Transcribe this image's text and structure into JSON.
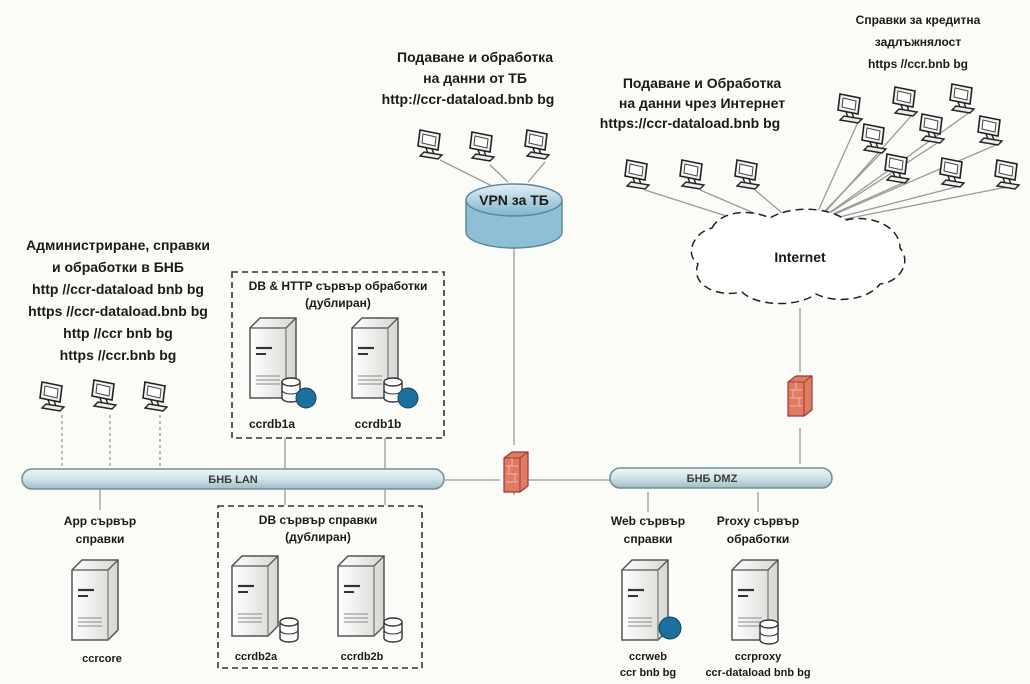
{
  "groups": {
    "tb_data": {
      "line1": "Подаване и обработка",
      "line2": "на данни от ТБ",
      "url": "http://ccr-dataload.bnb bg"
    },
    "internet_data": {
      "line1": "Подаване и Обработка",
      "line2": "на данни чрез Интернет",
      "url": "https://ccr-dataload.bnb bg"
    },
    "credit": {
      "line1": "Справки за кредитна",
      "line2": "задлъжнялост",
      "url": "https //ccr.bnb bg"
    },
    "admin": {
      "line1": "Администриране, справки",
      "line2": "и обработки в БНБ",
      "url1": "http //ccr-dataload bnb bg",
      "url2": "https //ccr-dataload.bnb bg",
      "url3": "http //ccr bnb bg",
      "url4": "https //ccr.bnb bg"
    }
  },
  "vpn": {
    "label": "VPN за ТБ"
  },
  "internet": {
    "label": "Internet"
  },
  "db_http_cluster": {
    "title1": "DB & HTTP сървър обработки",
    "title2": "(дублиран)",
    "server_a": "ccrdb1a",
    "server_b": "ccrdb1b"
  },
  "db_query_cluster": {
    "title1": "DB сървър справки",
    "title2": "(дублиран)",
    "server_a": "ccrdb2a",
    "server_b": "ccrdb2b"
  },
  "app_server": {
    "title1": "App сървър",
    "title2": "справки",
    "name": "ccrcore"
  },
  "web_server": {
    "title1": "Web сървър",
    "title2": "справки",
    "name1": "ccrweb",
    "name2": "ccr bnb bg"
  },
  "proxy_server": {
    "title1": "Proxy сървър",
    "title2": "обработки",
    "name1": "ccrproxy",
    "name2": "ccr-dataload bnb bg"
  },
  "lan": {
    "label": "БНБ LAN"
  },
  "dmz": {
    "label": "БНБ DMZ"
  },
  "colors": {
    "bus": "#cfe3e8",
    "bus_edge": "#6f8e96",
    "vpn": "#bcd9e6",
    "firewall": "#d9684f",
    "db_badge": "#1d6f9e"
  }
}
